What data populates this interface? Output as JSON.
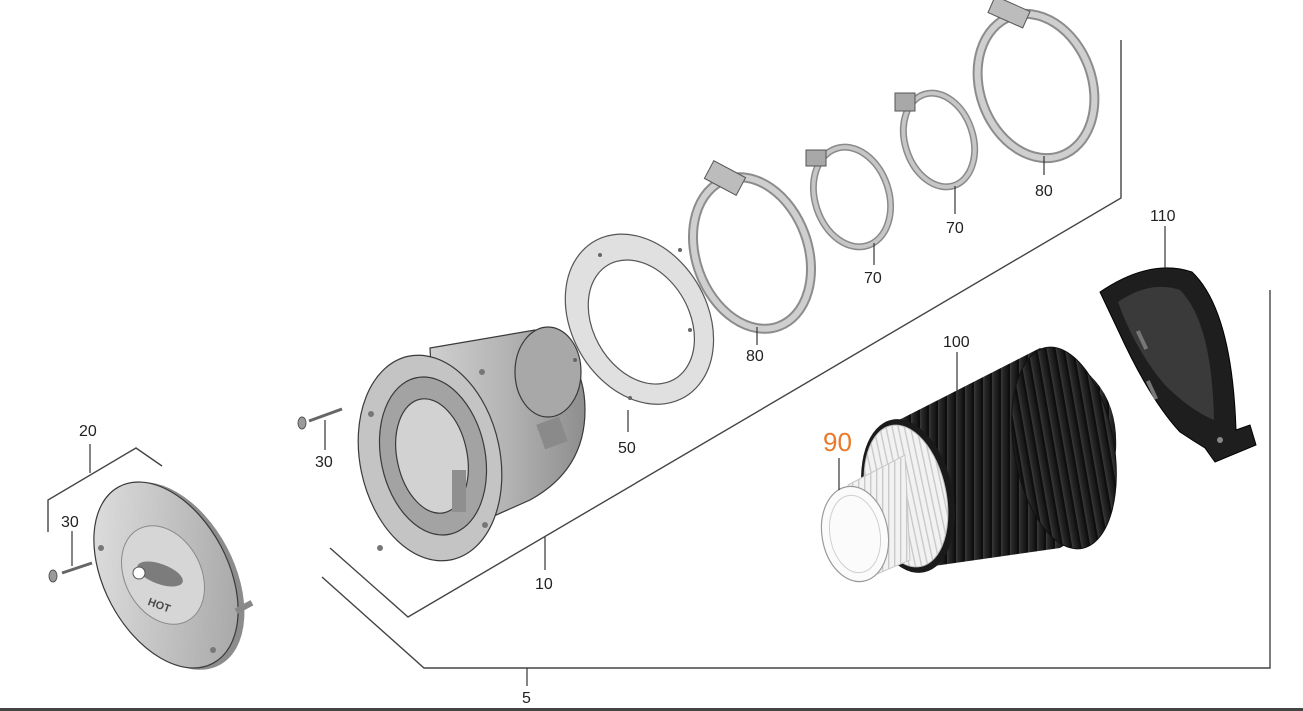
{
  "callouts": {
    "c5": "5",
    "c10": "10",
    "c20": "20",
    "c30a": "30",
    "c30b": "30",
    "c50": "50",
    "c70a": "70",
    "c70b": "70",
    "c80a": "80",
    "c80b": "80",
    "c90": "90",
    "c100": "100",
    "c110": "110"
  },
  "cover_marks": {
    "hot": "HOT"
  },
  "colors": {
    "highlight_callout": "#E8792B",
    "part_gray": "#BDBDBD",
    "hose_black": "#2A2A2A",
    "bracket_black": "#1E1E1E",
    "bottom_bar": "#444444"
  }
}
